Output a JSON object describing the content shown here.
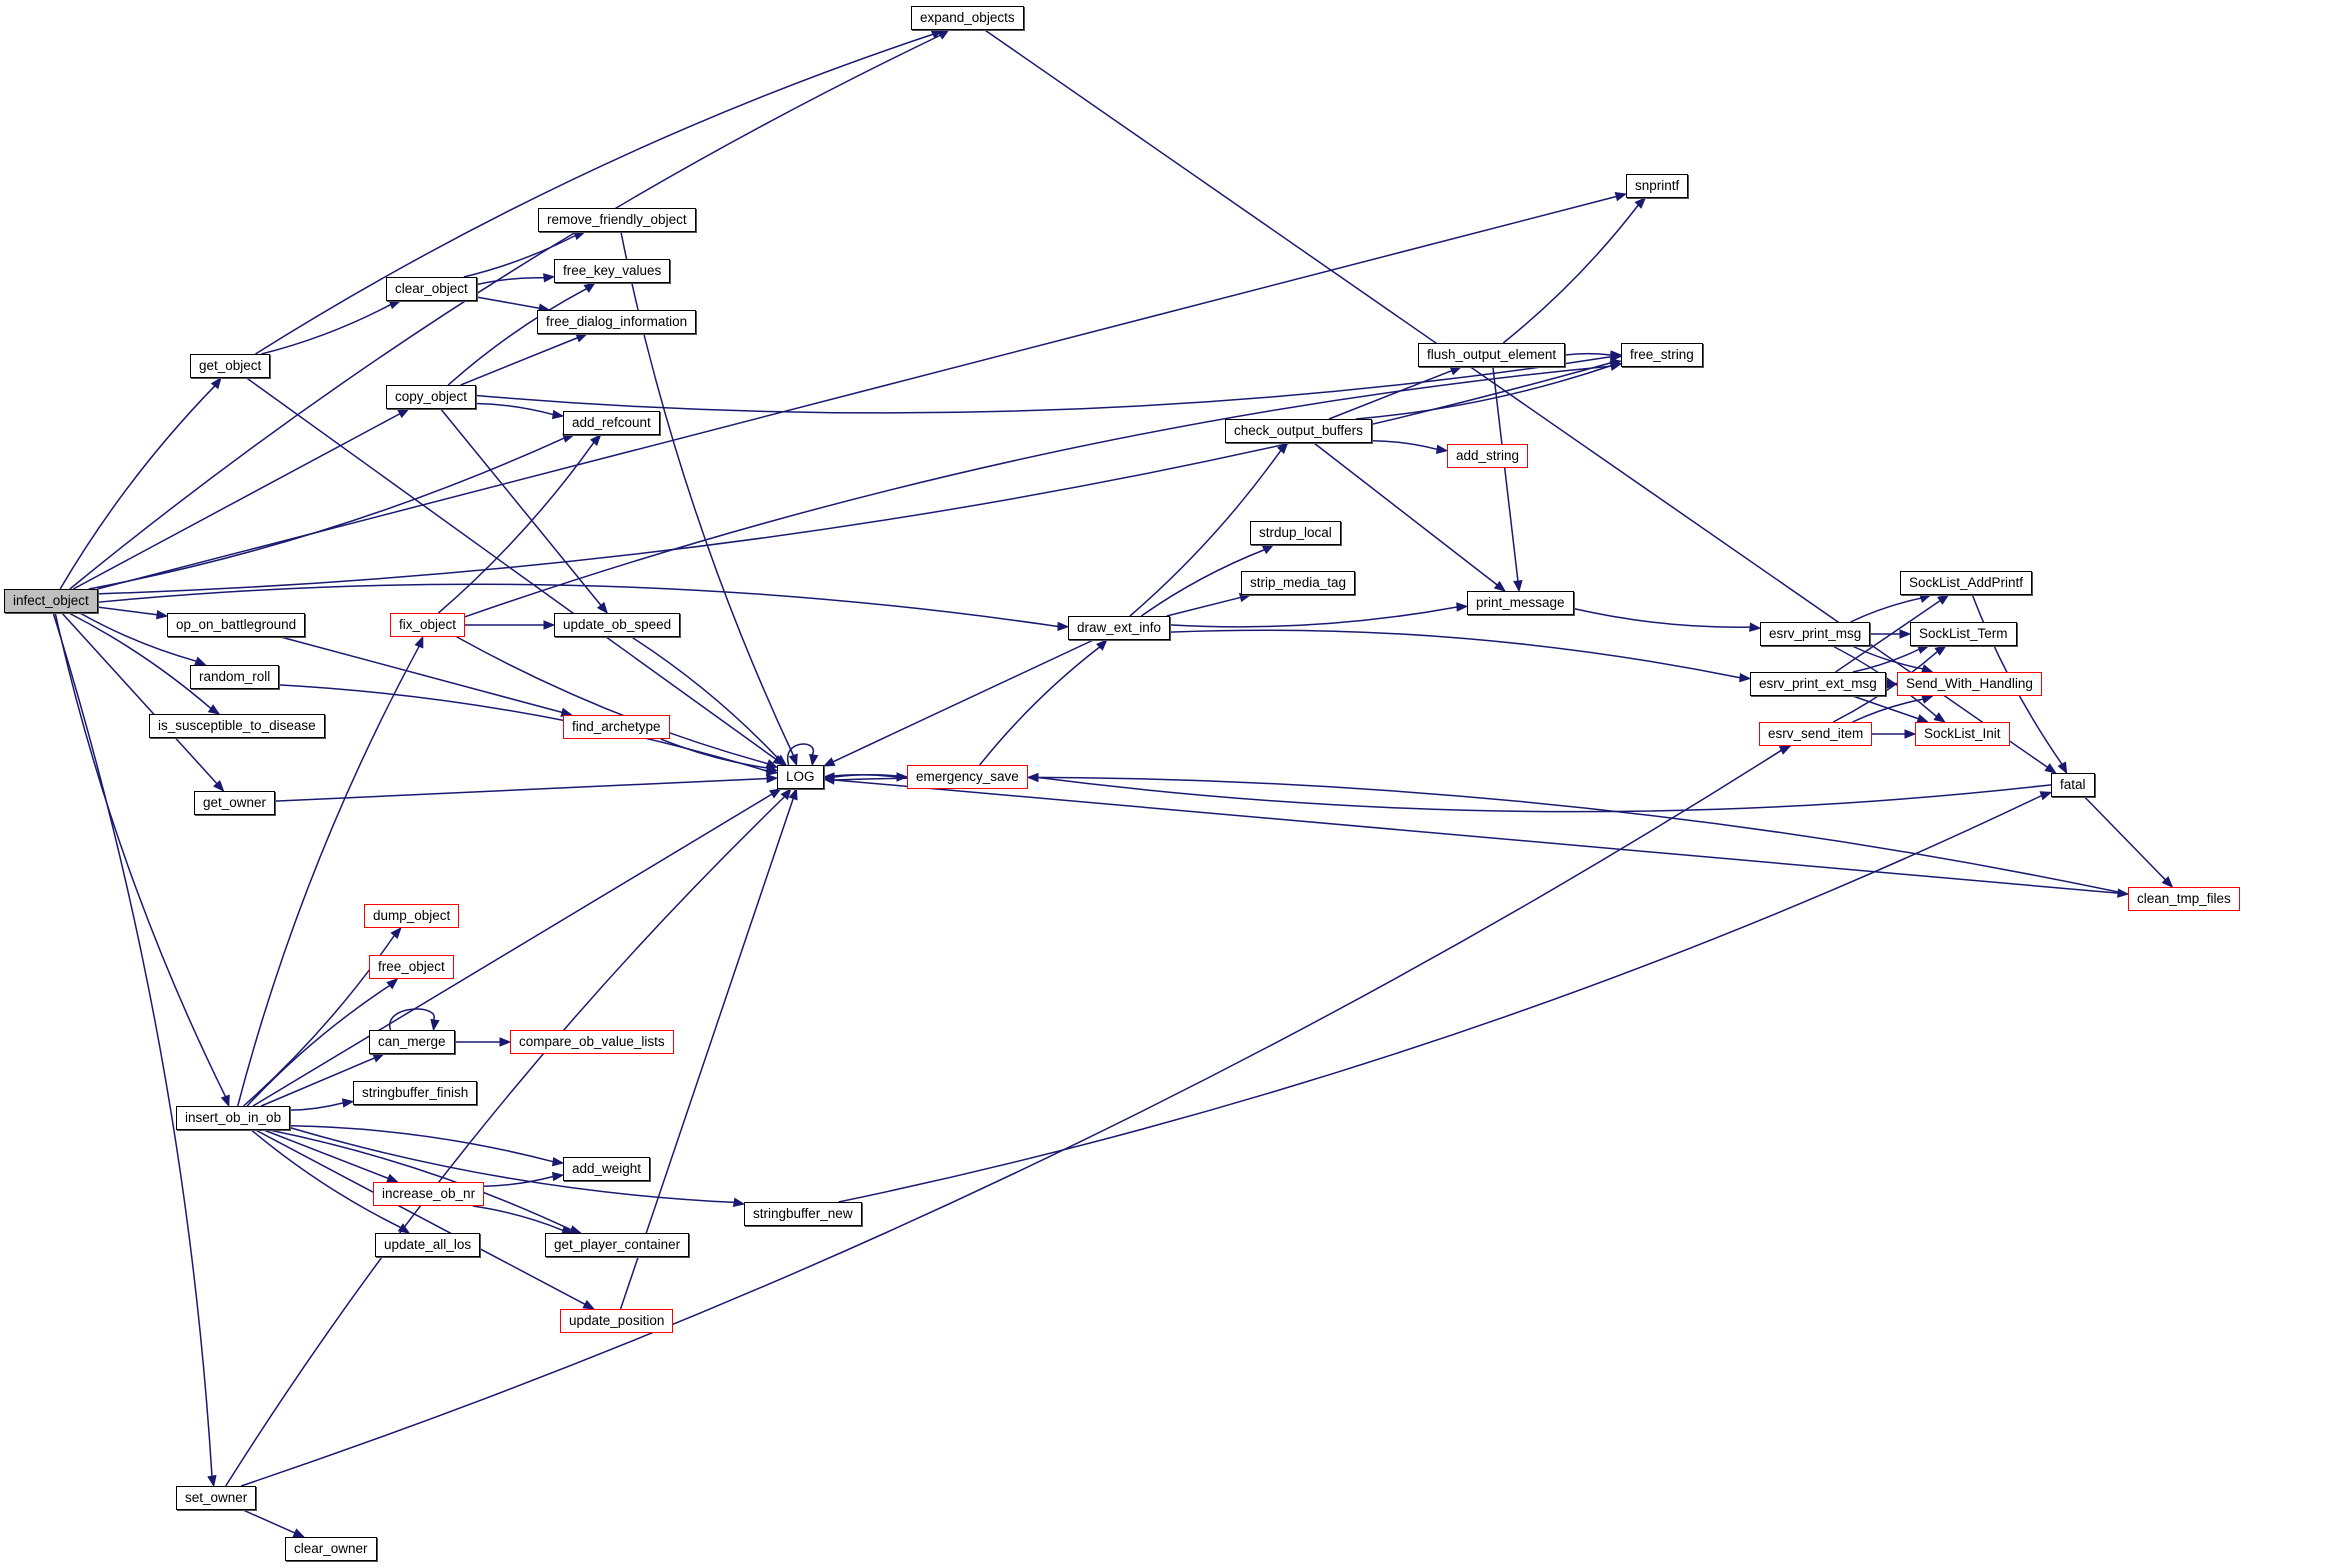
{
  "title": "infect_object call graph",
  "colors": {
    "edge": "#191970",
    "root_fill": "#bfbfbf",
    "incomplete_border": "#ff0000",
    "normal_border": "#000000"
  },
  "nodes": [
    {
      "id": "infect_object",
      "label": "infect_object",
      "kind": "root"
    },
    {
      "id": "expand_objects",
      "label": "expand_objects",
      "kind": "normal"
    },
    {
      "id": "snprintf",
      "label": "snprintf",
      "kind": "normal"
    },
    {
      "id": "remove_friendly_object",
      "label": "remove_friendly_object",
      "kind": "normal"
    },
    {
      "id": "free_key_values",
      "label": "free_key_values",
      "kind": "normal"
    },
    {
      "id": "clear_object",
      "label": "clear_object",
      "kind": "normal"
    },
    {
      "id": "free_dialog_information",
      "label": "free_dialog_information",
      "kind": "normal"
    },
    {
      "id": "get_object",
      "label": "get_object",
      "kind": "normal"
    },
    {
      "id": "copy_object",
      "label": "copy_object",
      "kind": "normal"
    },
    {
      "id": "add_refcount",
      "label": "add_refcount",
      "kind": "normal"
    },
    {
      "id": "free_string",
      "label": "free_string",
      "kind": "normal"
    },
    {
      "id": "flush_output_element",
      "label": "flush_output_element",
      "kind": "normal"
    },
    {
      "id": "check_output_buffers",
      "label": "check_output_buffers",
      "kind": "normal"
    },
    {
      "id": "add_string",
      "label": "add_string",
      "kind": "incomplete"
    },
    {
      "id": "strdup_local",
      "label": "strdup_local",
      "kind": "normal"
    },
    {
      "id": "strip_media_tag",
      "label": "strip_media_tag",
      "kind": "normal"
    },
    {
      "id": "print_message",
      "label": "print_message",
      "kind": "normal"
    },
    {
      "id": "SockList_AddPrintf",
      "label": "SockList_AddPrintf",
      "kind": "normal"
    },
    {
      "id": "esrv_print_msg",
      "label": "esrv_print_msg",
      "kind": "normal"
    },
    {
      "id": "SockList_Term",
      "label": "SockList_Term",
      "kind": "normal"
    },
    {
      "id": "esrv_print_ext_msg",
      "label": "esrv_print_ext_msg",
      "kind": "normal"
    },
    {
      "id": "Send_With_Handling",
      "label": "Send_With_Handling",
      "kind": "incomplete"
    },
    {
      "id": "esrv_send_item",
      "label": "esrv_send_item",
      "kind": "incomplete"
    },
    {
      "id": "SockList_Init",
      "label": "SockList_Init",
      "kind": "incomplete"
    },
    {
      "id": "fatal",
      "label": "fatal",
      "kind": "normal"
    },
    {
      "id": "clean_tmp_files",
      "label": "clean_tmp_files",
      "kind": "incomplete"
    },
    {
      "id": "draw_ext_info",
      "label": "draw_ext_info",
      "kind": "normal"
    },
    {
      "id": "op_on_battleground",
      "label": "op_on_battleground",
      "kind": "normal"
    },
    {
      "id": "fix_object",
      "label": "fix_object",
      "kind": "incomplete"
    },
    {
      "id": "update_ob_speed",
      "label": "update_ob_speed",
      "kind": "normal"
    },
    {
      "id": "random_roll",
      "label": "random_roll",
      "kind": "normal"
    },
    {
      "id": "find_archetype",
      "label": "find_archetype",
      "kind": "incomplete"
    },
    {
      "id": "is_susceptible_to_disease",
      "label": "is_susceptible_to_disease",
      "kind": "normal"
    },
    {
      "id": "LOG",
      "label": "LOG",
      "kind": "normal"
    },
    {
      "id": "emergency_save",
      "label": "emergency_save",
      "kind": "incomplete"
    },
    {
      "id": "get_owner",
      "label": "get_owner",
      "kind": "normal"
    },
    {
      "id": "dump_object",
      "label": "dump_object",
      "kind": "incomplete"
    },
    {
      "id": "free_object",
      "label": "free_object",
      "kind": "incomplete"
    },
    {
      "id": "can_merge",
      "label": "can_merge",
      "kind": "normal"
    },
    {
      "id": "compare_ob_value_lists",
      "label": "compare_ob_value_lists",
      "kind": "incomplete"
    },
    {
      "id": "stringbuffer_finish",
      "label": "stringbuffer_finish",
      "kind": "normal"
    },
    {
      "id": "insert_ob_in_ob",
      "label": "insert_ob_in_ob",
      "kind": "normal"
    },
    {
      "id": "add_weight",
      "label": "add_weight",
      "kind": "normal"
    },
    {
      "id": "increase_ob_nr",
      "label": "increase_ob_nr",
      "kind": "incomplete"
    },
    {
      "id": "update_all_los",
      "label": "update_all_los",
      "kind": "normal"
    },
    {
      "id": "get_player_container",
      "label": "get_player_container",
      "kind": "normal"
    },
    {
      "id": "stringbuffer_new",
      "label": "stringbuffer_new",
      "kind": "normal"
    },
    {
      "id": "update_position",
      "label": "update_position",
      "kind": "incomplete"
    },
    {
      "id": "set_owner",
      "label": "set_owner",
      "kind": "normal"
    },
    {
      "id": "clear_owner",
      "label": "clear_owner",
      "kind": "normal"
    }
  ],
  "edges": [
    [
      "infect_object",
      "expand_objects"
    ],
    [
      "infect_object",
      "snprintf"
    ],
    [
      "infect_object",
      "free_string"
    ],
    [
      "infect_object",
      "get_object"
    ],
    [
      "infect_object",
      "copy_object"
    ],
    [
      "infect_object",
      "add_refcount"
    ],
    [
      "infect_object",
      "draw_ext_info"
    ],
    [
      "infect_object",
      "op_on_battleground"
    ],
    [
      "infect_object",
      "random_roll"
    ],
    [
      "infect_object",
      "is_susceptible_to_disease"
    ],
    [
      "infect_object",
      "get_owner"
    ],
    [
      "infect_object",
      "insert_ob_in_ob"
    ],
    [
      "infect_object",
      "set_owner"
    ],
    [
      "expand_objects",
      "fatal"
    ],
    [
      "get_object",
      "clear_object"
    ],
    [
      "get_object",
      "expand_objects"
    ],
    [
      "get_object",
      "LOG"
    ],
    [
      "clear_object",
      "remove_friendly_object"
    ],
    [
      "clear_object",
      "free_key_values"
    ],
    [
      "clear_object",
      "free_dialog_information"
    ],
    [
      "remove_friendly_object",
      "LOG"
    ],
    [
      "copy_object",
      "free_key_values"
    ],
    [
      "copy_object",
      "free_dialog_information"
    ],
    [
      "copy_object",
      "free_string"
    ],
    [
      "copy_object",
      "add_refcount"
    ],
    [
      "copy_object",
      "update_ob_speed"
    ],
    [
      "fix_object",
      "add_refcount"
    ],
    [
      "fix_object",
      "free_string"
    ],
    [
      "fix_object",
      "update_ob_speed"
    ],
    [
      "fix_object",
      "LOG"
    ],
    [
      "update_ob_speed",
      "LOG"
    ],
    [
      "op_on_battleground",
      "find_archetype"
    ],
    [
      "find_archetype",
      "LOG"
    ],
    [
      "random_roll",
      "LOG"
    ],
    [
      "get_owner",
      "LOG"
    ],
    [
      "LOG",
      "LOG"
    ],
    [
      "LOG",
      "emergency_save"
    ],
    [
      "LOG",
      "clean_tmp_files"
    ],
    [
      "emergency_save",
      "LOG"
    ],
    [
      "emergency_save",
      "draw_ext_info"
    ],
    [
      "draw_ext_info",
      "LOG"
    ],
    [
      "draw_ext_info",
      "check_output_buffers"
    ],
    [
      "draw_ext_info",
      "strdup_local"
    ],
    [
      "draw_ext_info",
      "strip_media_tag"
    ],
    [
      "draw_ext_info",
      "print_message"
    ],
    [
      "draw_ext_info",
      "esrv_print_ext_msg"
    ],
    [
      "check_output_buffers",
      "flush_output_element"
    ],
    [
      "check_output_buffers",
      "free_string"
    ],
    [
      "check_output_buffers",
      "add_string"
    ],
    [
      "check_output_buffers",
      "print_message"
    ],
    [
      "flush_output_element",
      "snprintf"
    ],
    [
      "flush_output_element",
      "free_string"
    ],
    [
      "flush_output_element",
      "print_message"
    ],
    [
      "print_message",
      "esrv_print_msg"
    ],
    [
      "esrv_print_msg",
      "SockList_AddPrintf"
    ],
    [
      "esrv_print_msg",
      "SockList_Term"
    ],
    [
      "esrv_print_msg",
      "Send_With_Handling"
    ],
    [
      "esrv_print_msg",
      "SockList_Init"
    ],
    [
      "esrv_print_ext_msg",
      "SockList_AddPrintf"
    ],
    [
      "esrv_print_ext_msg",
      "SockList_Term"
    ],
    [
      "esrv_print_ext_msg",
      "Send_With_Handling"
    ],
    [
      "esrv_print_ext_msg",
      "SockList_Init"
    ],
    [
      "esrv_send_item",
      "SockList_Term"
    ],
    [
      "esrv_send_item",
      "Send_With_Handling"
    ],
    [
      "esrv_send_item",
      "SockList_Init"
    ],
    [
      "SockList_AddPrintf",
      "fatal"
    ],
    [
      "fatal",
      "emergency_save"
    ],
    [
      "fatal",
      "clean_tmp_files"
    ],
    [
      "clean_tmp_files",
      "LOG"
    ],
    [
      "insert_ob_in_ob",
      "fix_object"
    ],
    [
      "insert_ob_in_ob",
      "LOG"
    ],
    [
      "insert_ob_in_ob",
      "dump_object"
    ],
    [
      "insert_ob_in_ob",
      "free_object"
    ],
    [
      "insert_ob_in_ob",
      "can_merge"
    ],
    [
      "insert_ob_in_ob",
      "stringbuffer_finish"
    ],
    [
      "insert_ob_in_ob",
      "add_weight"
    ],
    [
      "insert_ob_in_ob",
      "increase_ob_nr"
    ],
    [
      "insert_ob_in_ob",
      "update_all_los"
    ],
    [
      "insert_ob_in_ob",
      "get_player_container"
    ],
    [
      "insert_ob_in_ob",
      "update_position"
    ],
    [
      "insert_ob_in_ob",
      "stringbuffer_new"
    ],
    [
      "can_merge",
      "can_merge"
    ],
    [
      "can_merge",
      "compare_ob_value_lists"
    ],
    [
      "increase_ob_nr",
      "add_weight"
    ],
    [
      "increase_ob_nr",
      "get_player_container"
    ],
    [
      "update_position",
      "LOG"
    ],
    [
      "stringbuffer_new",
      "fatal"
    ],
    [
      "set_owner",
      "LOG"
    ],
    [
      "set_owner",
      "clear_owner"
    ],
    [
      "set_owner",
      "esrv_send_item"
    ]
  ]
}
